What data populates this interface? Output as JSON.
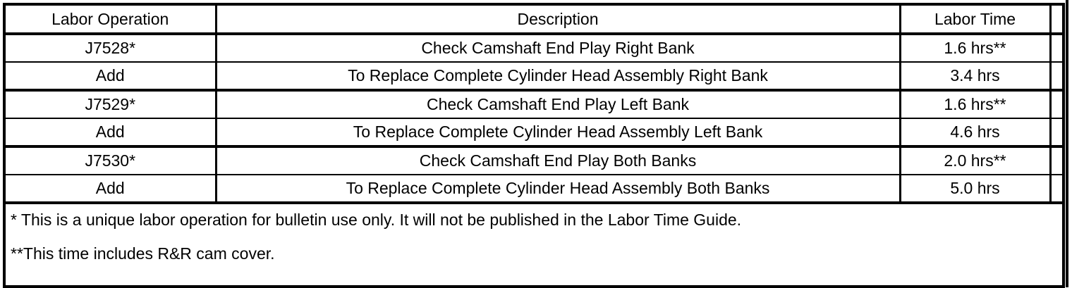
{
  "document": {
    "type": "labor-operation-table"
  },
  "table": {
    "headers": {
      "labor_operation": "Labor Operation",
      "description": "Description",
      "labor_time": "Labor Time",
      "spacer": ""
    },
    "rows": [
      {
        "labor_operation": "J7528*",
        "description": "Check Camshaft End Play Right Bank",
        "labor_time": "1.6 hrs**",
        "spacer": ""
      },
      {
        "labor_operation": "Add",
        "description": "To Replace Complete Cylinder Head Assembly Right Bank",
        "labor_time": "3.4 hrs",
        "spacer": ""
      },
      {
        "labor_operation": "J7529*",
        "description": "Check Camshaft End Play Left Bank",
        "labor_time": "1.6 hrs**",
        "spacer": ""
      },
      {
        "labor_operation": "Add",
        "description": "To Replace Complete Cylinder Head Assembly Left Bank",
        "labor_time": "4.6 hrs",
        "spacer": ""
      },
      {
        "labor_operation": "J7530*",
        "description": "Check Camshaft End Play Both Banks",
        "labor_time": "2.0 hrs**",
        "spacer": ""
      },
      {
        "labor_operation": "Add",
        "description": "To Replace Complete Cylinder Head Assembly Both Banks",
        "labor_time": "5.0 hrs",
        "spacer": ""
      }
    ],
    "footnotes": {
      "single_asterisk": "* This is a unique labor operation for bulletin use only. It will not be published in the Labor Time Guide.",
      "double_asterisk": "**This time includes R&R cam cover."
    }
  },
  "colors": {
    "rule": "#000000",
    "text": "#000000",
    "background": "#ffffff"
  }
}
